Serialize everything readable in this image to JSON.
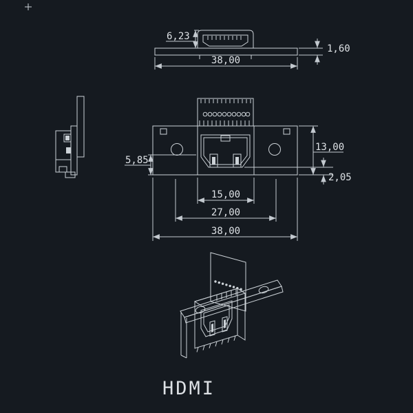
{
  "colors": {
    "background": "#151a20",
    "line": "#ccd2d7",
    "dimline": "#c3c9cf",
    "text": "#dde1e5"
  },
  "title": {
    "label": "HDMI"
  },
  "dims": {
    "top": {
      "height": "6,23",
      "width": "38,00",
      "thickness": "1,60"
    },
    "front": {
      "flange_height": "13,00",
      "left_offset": "5,85",
      "bottom_offset": "2,05",
      "body_width": "15,00",
      "hole_spacing": "27,00",
      "total_width": "38,00"
    }
  }
}
